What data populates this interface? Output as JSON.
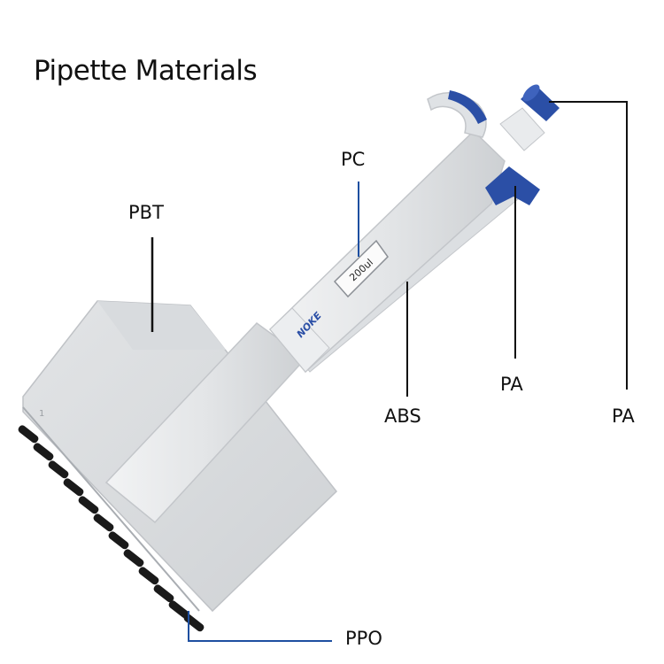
{
  "title": "Pipette Materials",
  "brand": "NOKE",
  "volume_window": "200ul",
  "channel_number": "1",
  "labels": {
    "pc": "PC",
    "pbt": "PBT",
    "abs": "ABS",
    "pa_ejector": "PA",
    "pa_plunger": "PA",
    "ppo": "PPO"
  },
  "colors": {
    "body": "#e7e9eb",
    "accent_blue": "#2b4fa6",
    "leader_dark": "#111111",
    "leader_blue": "#1e4fa0",
    "nozzles": "#1a1a1a"
  }
}
